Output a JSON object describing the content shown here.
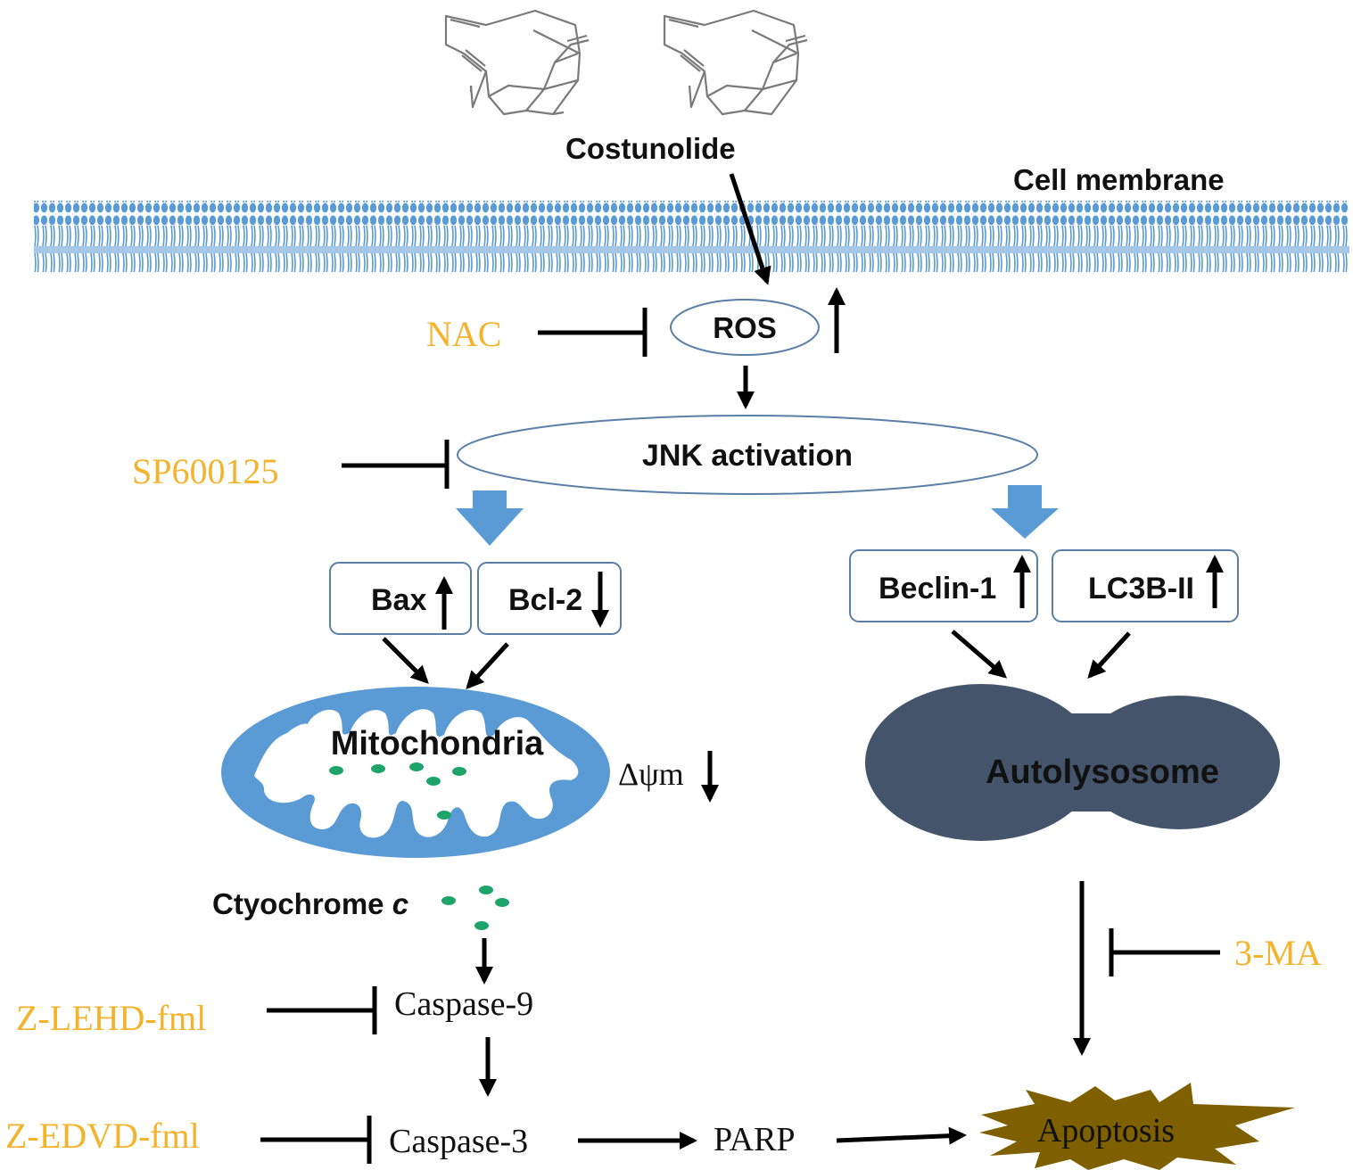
{
  "colors": {
    "membrane": "#5b9bd5",
    "inhibitor": "#f4b32c",
    "autolysosome": "#44546a",
    "apoptosis": "#7f6000",
    "cytochrome_dot": "#1ea36a",
    "box_border": "#5b7fa6",
    "block_arrow": "#5b9bd5"
  },
  "labels": {
    "costunolide": "Costunolide",
    "cell_membrane": "Cell membrane",
    "ros": "ROS",
    "jnk": "JNK activation",
    "bax": "Bax",
    "bcl2": "Bcl-2",
    "beclin1": "Beclin-1",
    "lc3b": "LC3B-II",
    "mitochondria": "Mitochondria",
    "delta_psi": "Δψm",
    "autolysosome": "Autolysosome",
    "cytochrome": "Ctyochrome ",
    "cytochrome_italic": "c",
    "caspase9": "Caspase-9",
    "caspase3": "Caspase-3",
    "parp": "PARP",
    "apoptosis": "Apoptosis"
  },
  "inhibitors": {
    "nac": "NAC",
    "sp600125": "SP600125",
    "zlehd": "Z-LEHD-fml",
    "zedvd": "Z-EDVD-fml",
    "threema": "3-MA"
  },
  "icons": {
    "up_arrow": "up-arrow-icon",
    "down_arrow": "down-arrow-icon",
    "molecule": "costunolide-structure-icon"
  }
}
